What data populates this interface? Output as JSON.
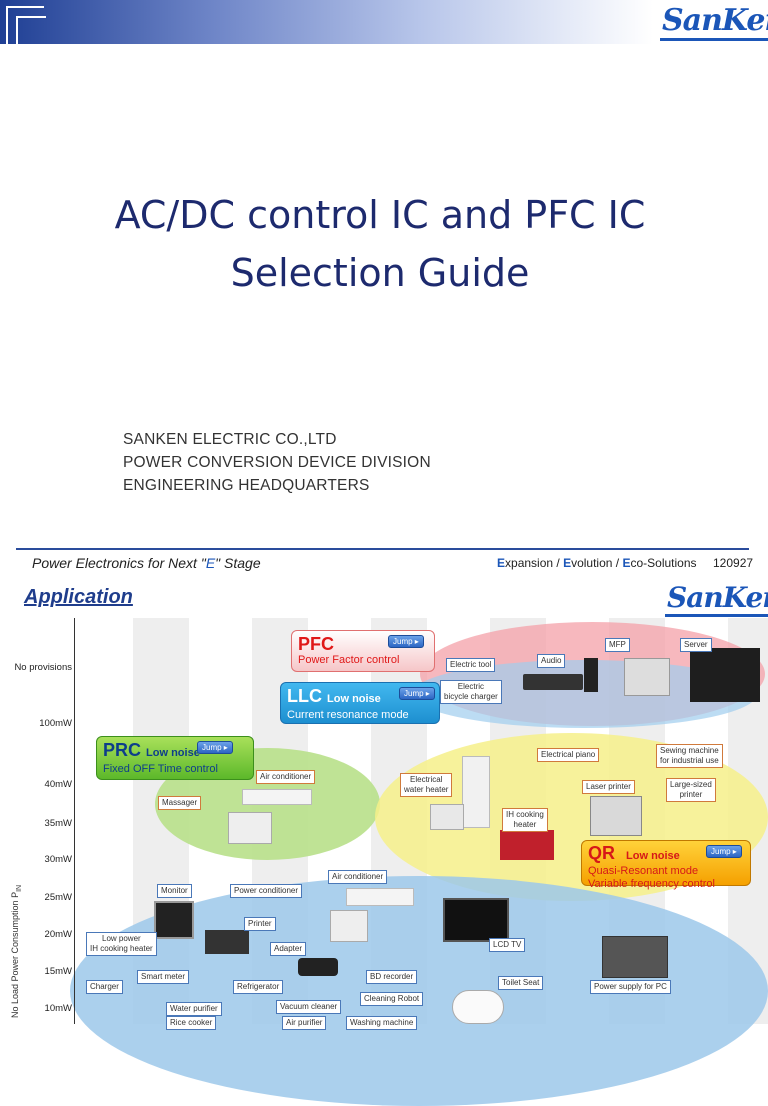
{
  "slide1": {
    "logo": "SanKen",
    "title_line1": "AC/DC control IC and PFC IC",
    "title_line2": "Selection Guide",
    "company_line1": "SANKEN ELECTRIC CO.,LTD",
    "company_line2": "POWER CONVERSION DEVICE DIVISION",
    "company_line3": "ENGINEERING HEADQUARTERS"
  },
  "slide2": {
    "tagline_prefix": "Power Electronics for Next \"",
    "tagline_e": "E",
    "tagline_suffix": "\" Stage",
    "tagline_right": "xpansion / ",
    "tagline_right2": "volution / ",
    "tagline_right3": "co-Solutions",
    "tagline_e1": "E",
    "tagline_e2": "E",
    "tagline_e3": "E",
    "code": "120927",
    "title": "Application",
    "logo": "SanKen",
    "y_axis_title": "No Load Power Consumption  P",
    "y_axis_sub": "IN",
    "y_ticks": [
      "No provisions",
      "100mW",
      "40mW",
      "35mW",
      "30mW",
      "25mW",
      "20mW",
      "15mW",
      "10mW"
    ],
    "callouts": {
      "pfc": {
        "name": "PFC",
        "desc": "Power Factor control",
        "jump": "Jump"
      },
      "llc": {
        "name": "LLC",
        "noise": "Low noise",
        "desc": "Current resonance mode",
        "jump": "Jump"
      },
      "prc": {
        "name": "PRC",
        "noise": "Low noise",
        "desc": "Fixed OFF Time control",
        "jump": "Jump"
      },
      "qr": {
        "name": "QR",
        "noise": "Low noise",
        "desc1": "Quasi-Resonant mode",
        "desc2": "Variable frequency control",
        "jump": "Jump"
      }
    },
    "labels": {
      "electric_tool": "Electric tool",
      "audio": "Audio",
      "mfp": "MFP",
      "server": "Server",
      "bicycle1": "Electric",
      "bicycle2": "bicycle charger",
      "air_conditioner1": "Air conditioner",
      "massager": "Massager",
      "electrical_piano": "Electrical piano",
      "sewing1": "Sewing machine",
      "sewing2": "for industrial use",
      "water_heater1": "Electrical",
      "water_heater2": "water heater",
      "laser_printer": "Laser printer",
      "large_printer1": "Large-sized",
      "large_printer2": "printer",
      "ih_heater1": "IH cooking",
      "ih_heater2": "heater",
      "monitor": "Monitor",
      "power_conditioner": "Power conditioner",
      "air_conditioner2": "Air conditioner",
      "printer": "Printer",
      "adapter": "Adapter",
      "low_power1": "Low power",
      "low_power2": "IH cooking heater",
      "lcd_tv": "LCD TV",
      "smart_meter": "Smart meter",
      "bd_recorder": "BD recorder",
      "toilet_seat": "Toilet Seat",
      "charger": "Charger",
      "refrigerator": "Refrigerator",
      "cleaning_robot": "Cleaning Robot",
      "power_supply_pc": "Power supply for PC",
      "water_purifier": "Water purifier",
      "vacuum_cleaner": "Vacuum cleaner",
      "rice_cooker": "Rice cooker",
      "air_purifier": "Air purifier",
      "washing_machine": "Washing machine"
    },
    "colors": {
      "pfc_ellipse": "#f4a0a8",
      "llc_ellipse": "#7fbfe8",
      "prc_ellipse": "#b8e08a",
      "qr_ellipse": "#f6f08a",
      "lowest_ellipse": "#8cc0e6"
    }
  }
}
